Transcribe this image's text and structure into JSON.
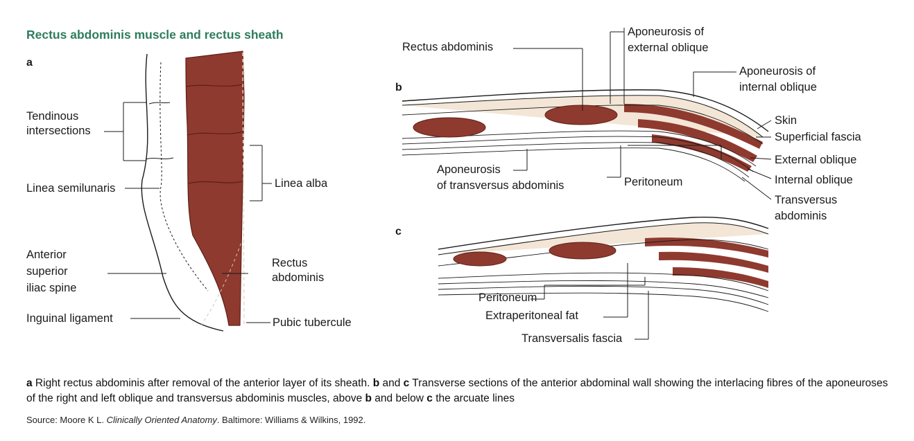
{
  "title": "Rectus abdominis muscle and rectus sheath",
  "panels": {
    "a": "a",
    "b": "b",
    "c": "c"
  },
  "labels_a": {
    "tendinous_line1": "Tendinous",
    "tendinous_line2": "intersections",
    "linea_semilunaris": "Linea semilunaris",
    "linea_alba": "Linea alba",
    "asis_line1": "Anterior",
    "asis_line2": "superior",
    "asis_line3": "iliac spine",
    "rectus_line1": "Rectus",
    "rectus_line2": "abdominis",
    "inguinal_ligament": "Inguinal ligament",
    "pubic_tubercule": "Pubic tubercule"
  },
  "labels_b": {
    "rectus_abdominis": "Rectus abdominis",
    "apo_ext_line1": "Aponeurosis of",
    "apo_ext_line2": "external oblique",
    "apo_int_line1": "Aponeurosis of",
    "apo_int_line2": "internal oblique",
    "skin": "Skin",
    "superficial_fascia": "Superficial fascia",
    "external_oblique": "External oblique",
    "internal_oblique": "Internal oblique",
    "transversus_line1": "Transversus",
    "transversus_line2": "abdominis",
    "apo_trans_line1": "Aponeurosis",
    "apo_trans_line2": "of transversus abdominis",
    "peritoneum": "Peritoneum"
  },
  "labels_c": {
    "peritoneum": "Peritoneum",
    "extraperitoneal_fat": "Extraperitoneal fat",
    "transversalis_fascia": "Transversalis fascia"
  },
  "caption": {
    "part1_bold": "a",
    "part1": " Right rectus abdominis after removal of the anterior layer of its sheath. ",
    "part2_bold": "b",
    "part2": " and ",
    "part3_bold": "c",
    "part3": " Transverse sections of the anterior abdominal wall showing the interlacing fibres of the aponeuroses of the right and left oblique and transversus abdominis muscles, above ",
    "part4_bold": "b",
    "part4": " and below ",
    "part5_bold": "c",
    "part5": " the arcuate lines"
  },
  "source": {
    "prefix": "Source: Moore K L. ",
    "book": "Clinically Oriented Anatomy",
    "suffix": ". Baltimore: Williams & Wilkins, 1992."
  },
  "colors": {
    "background": "#ffffff",
    "muscle": "#8f3a2f",
    "muscle_dark": "#6e2820",
    "sheath": "#f3e6d6",
    "line": "#1a1a1a",
    "title_green": "#2e7d5b"
  }
}
